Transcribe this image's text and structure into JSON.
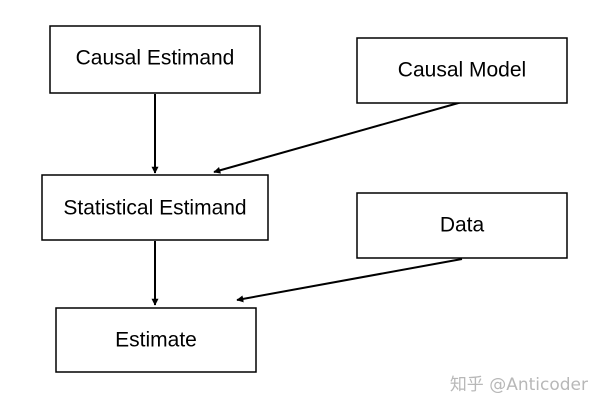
{
  "nodes": {
    "causal_estimand": "Causal Estimand",
    "causal_model": "Causal Model",
    "statistical_estimand": "Statistical Estimand",
    "data": "Data",
    "estimate": "Estimate"
  },
  "watermark": "知乎 @Anticoder"
}
